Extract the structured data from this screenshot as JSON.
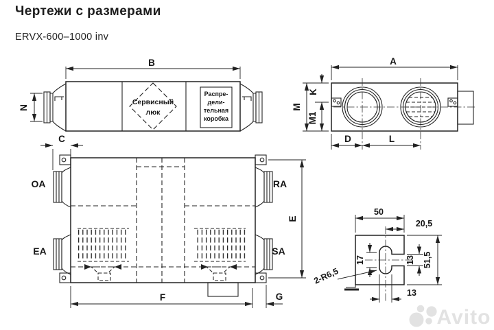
{
  "page": {
    "title": "Чертежи с размерами",
    "model": "ERVX-600–1000 inv"
  },
  "colors": {
    "ink": "#222222",
    "watermark_gray": "#e2e2e2",
    "background": "#ffffff"
  },
  "side_view": {
    "dim_b": "B",
    "dim_n": "N",
    "service_hatch_lines": [
      "Сервисный",
      "люк"
    ],
    "dist_box_lines": [
      "Распре-",
      "дели-",
      "тельная",
      "коробка"
    ]
  },
  "top_view": {
    "dim_a": "A",
    "dim_k": "K",
    "dim_m": "M",
    "dim_m1": "M1",
    "dim_d": "D",
    "dim_l": "L"
  },
  "front_view": {
    "dim_c": "C",
    "dim_e": "E",
    "dim_f": "F",
    "dim_g": "G",
    "port_oa": "OA",
    "port_ea": "EA",
    "port_ra": "RA",
    "port_sa": "SA"
  },
  "bracket_detail": {
    "dim_width": "50",
    "dim_offset": "20,5",
    "dim_slot_length": "17",
    "dim_channel": "13",
    "dim_height": "51,5",
    "dim_radius_note": "2-R6,5",
    "dim_slot_width": "13"
  },
  "watermark": {
    "text": "Avito"
  }
}
